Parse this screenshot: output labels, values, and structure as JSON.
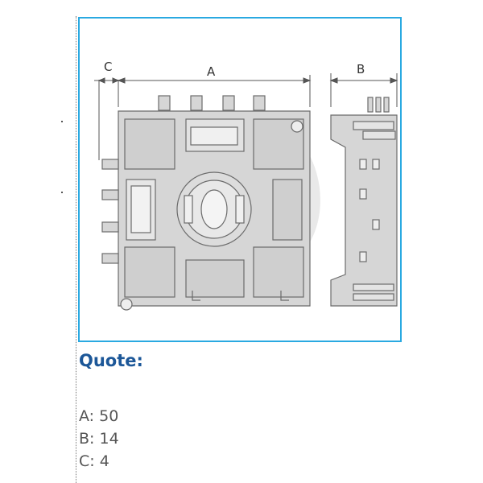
{
  "diagram": {
    "labels": {
      "a": "A",
      "b": "B",
      "c": "C"
    },
    "colors": {
      "frame": "#29a9e1",
      "fill": "#d6d6d6",
      "line": "#6b6b6b",
      "watermark": "#e9e9e9"
    }
  },
  "quote": {
    "title": "Quote:",
    "items": [
      {
        "key": "A",
        "sep": ":",
        "value": "50"
      },
      {
        "key": "B",
        "sep": ":",
        "value": "14"
      },
      {
        "key": "C",
        "sep": ":",
        "value": "4"
      }
    ]
  }
}
